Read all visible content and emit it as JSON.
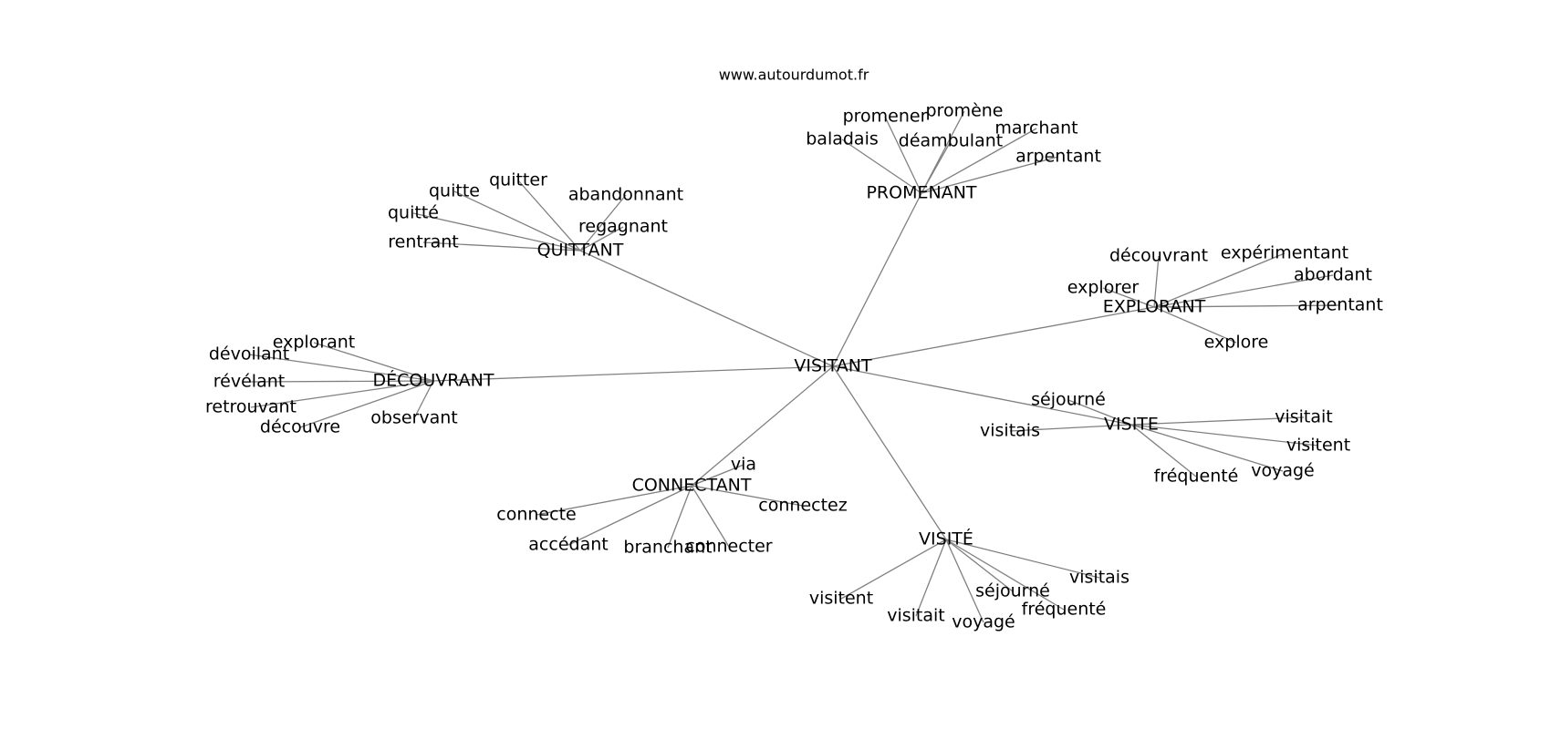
{
  "watermark": "www.autourdumot.fr",
  "center": "VISITANT",
  "clusters": [
    {
      "hub": "PROMENANT",
      "leaves": [
        "baladais",
        "promener",
        "promène",
        "déambulant",
        "marchant",
        "arpentant"
      ]
    },
    {
      "hub": "QUITTANT",
      "leaves": [
        "quitte",
        "quitter",
        "abandonnant",
        "quitté",
        "regagnant",
        "rentrant"
      ]
    },
    {
      "hub": "EXPLORANT",
      "leaves": [
        "découvrant",
        "expérimentant",
        "abordant",
        "explorer",
        "arpentant",
        "explore"
      ]
    },
    {
      "hub": "DÉCOUVRANT",
      "leaves": [
        "explorant",
        "dévoilant",
        "révélant",
        "retrouvant",
        "découvre",
        "observant"
      ]
    },
    {
      "hub": "VISITE",
      "leaves": [
        "séjourné",
        "visitais",
        "visitait",
        "visitent",
        "fréquenté",
        "voyagé"
      ]
    },
    {
      "hub": "CONNECTANT",
      "leaves": [
        "via",
        "connecte",
        "connectez",
        "accédant",
        "branchant",
        "connecter"
      ]
    },
    {
      "hub": "VISITÉ",
      "leaves": [
        "visitais",
        "séjourné",
        "fréquenté",
        "visitent",
        "visitait",
        "voyagé"
      ]
    }
  ]
}
